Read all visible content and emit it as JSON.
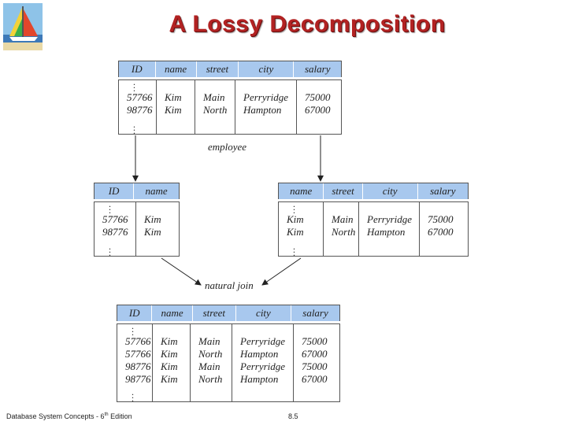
{
  "slide": {
    "title": "A Lossy Decomposition",
    "footer_left": "Database System Concepts - 6",
    "footer_sup": "th",
    "footer_left_tail": " Edition",
    "footer_page": "8.5",
    "logo_icon": "sailboat-logo-icon"
  },
  "labels": {
    "employee": "employee",
    "natural_join": "natural join"
  },
  "employee": {
    "headers": [
      "ID",
      "name",
      "street",
      "city",
      "salary"
    ],
    "rows": [
      [
        "57766",
        "Kim",
        "Main",
        "Perryridge",
        "75000"
      ],
      [
        "98776",
        "Kim",
        "North",
        "Hampton",
        "67000"
      ]
    ]
  },
  "left": {
    "headers": [
      "ID",
      "name"
    ],
    "rows": [
      [
        "57766",
        "Kim"
      ],
      [
        "98776",
        "Kim"
      ]
    ]
  },
  "right": {
    "headers": [
      "name",
      "street",
      "city",
      "salary"
    ],
    "rows": [
      [
        "Kim",
        "Main",
        "Perryridge",
        "75000"
      ],
      [
        "Kim",
        "North",
        "Hampton",
        "67000"
      ]
    ]
  },
  "joined": {
    "headers": [
      "ID",
      "name",
      "street",
      "city",
      "salary"
    ],
    "rows": [
      [
        "57766",
        "Kim",
        "Main",
        "Perryridge",
        "75000"
      ],
      [
        "57766",
        "Kim",
        "North",
        "Hampton",
        "67000"
      ],
      [
        "98776",
        "Kim",
        "Main",
        "Perryridge",
        "75000"
      ],
      [
        "98776",
        "Kim",
        "North",
        "Hampton",
        "67000"
      ]
    ]
  },
  "colors": {
    "title": "#b22222",
    "header_fill": "#a8c8ee"
  }
}
